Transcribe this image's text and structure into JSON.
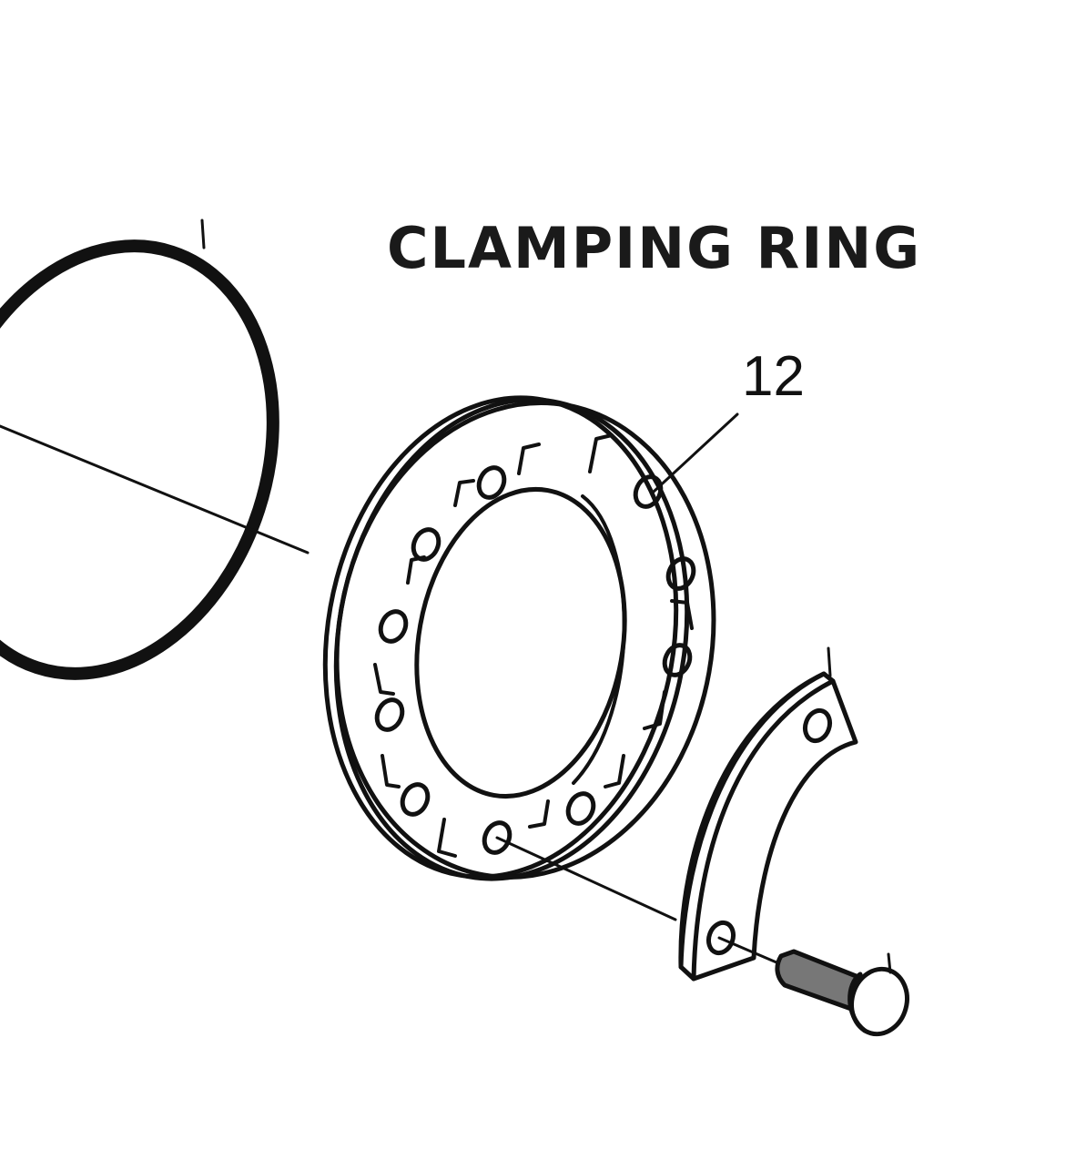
{
  "diagram": {
    "title": "CLAMPING RING",
    "callouts": [
      {
        "label": "12",
        "part": "clamping-ring"
      }
    ],
    "parts": [
      "o-ring",
      "clamping-ring",
      "clamp-segment",
      "bolt"
    ],
    "colors": {
      "line": "#111111",
      "background": "#ffffff"
    }
  }
}
